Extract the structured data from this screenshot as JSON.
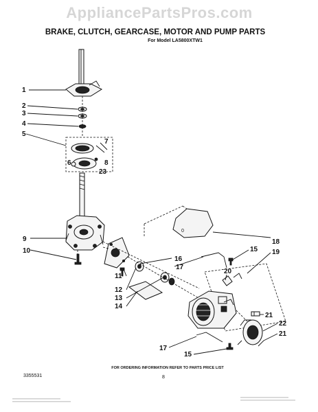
{
  "watermark": "AppliancePartsPros.com",
  "title": "BRAKE, CLUTCH, GEARCASE, MOTOR AND PUMP PARTS",
  "subtitle": "For Model LA5800XTW1",
  "footer_note": "FOR ORDERING INFORMATION REFER TO PARTS PRICE LIST",
  "doc_number": "3355531",
  "page_number": "8",
  "callouts": [
    "1",
    "2",
    "3",
    "4",
    "5",
    "6",
    "7",
    "8",
    "23",
    "9",
    "10",
    "11",
    "12",
    "13",
    "14",
    "16",
    "17",
    "15",
    "18",
    "19",
    "20",
    "21",
    "22",
    "21",
    "17",
    "15"
  ],
  "part_label_0": "0"
}
